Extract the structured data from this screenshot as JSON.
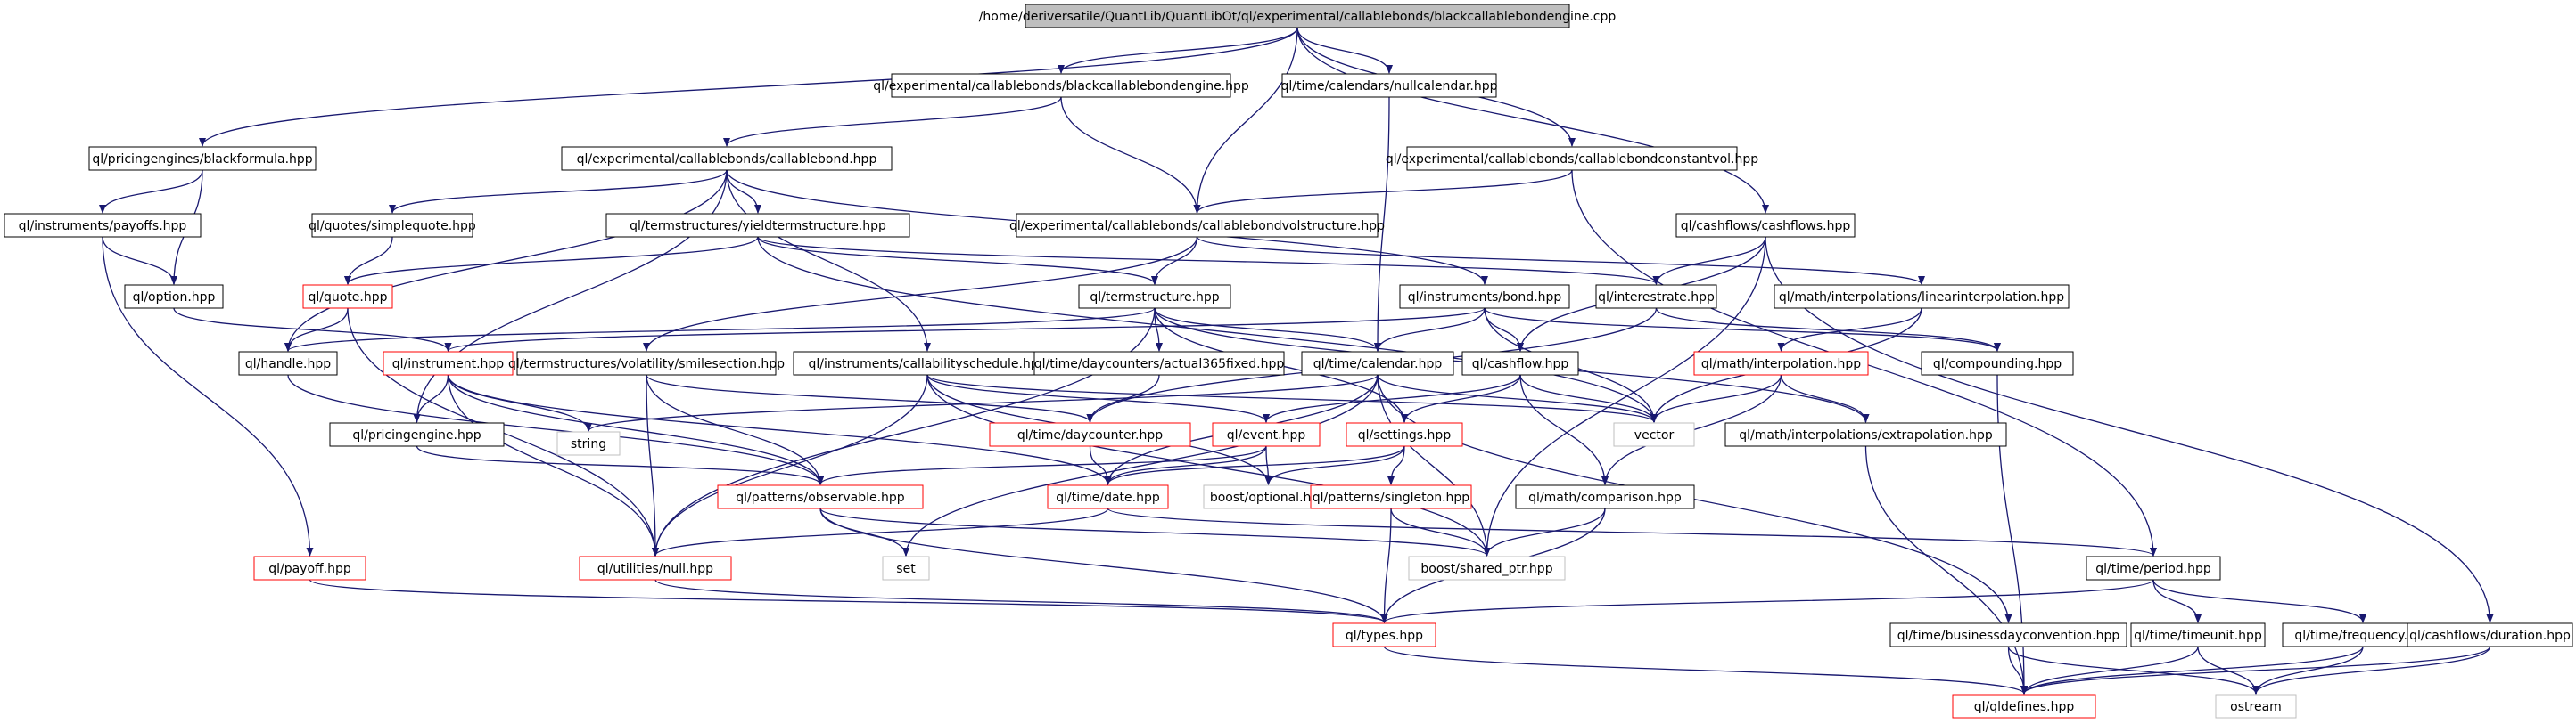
{
  "colors": {
    "background": "#ffffff",
    "root_fill": "#bfbfbf",
    "node_fill": "#ffffff",
    "node_border": "#000000",
    "incomplete_border": "#ff0000",
    "external_border": "#bfbfbf",
    "edge": "#191970"
  },
  "nodes": [
    {
      "id": "root",
      "label": "/home/deriversatile/QuantLib/QuantLibOt/ql/experimental/callablebonds/blackcallablebondengine.cpp",
      "kind": "root"
    },
    {
      "id": "bcbe_hpp",
      "label": "ql/experimental/callablebonds/blackcallablebondengine.hpp",
      "kind": "normal"
    },
    {
      "id": "nullcal",
      "label": "ql/time/calendars/nullcalendar.hpp",
      "kind": "normal"
    },
    {
      "id": "blackformula",
      "label": "ql/pricingengines/blackformula.hpp",
      "kind": "normal"
    },
    {
      "id": "callablebond",
      "label": "ql/experimental/callablebonds/callablebond.hpp",
      "kind": "normal"
    },
    {
      "id": "cbconstvol",
      "label": "ql/experimental/callablebonds/callablebondconstantvol.hpp",
      "kind": "normal"
    },
    {
      "id": "payoffs",
      "label": "ql/instruments/payoffs.hpp",
      "kind": "normal"
    },
    {
      "id": "simplequote",
      "label": "ql/quotes/simplequote.hpp",
      "kind": "normal"
    },
    {
      "id": "yieldts",
      "label": "ql/termstructures/yieldtermstructure.hpp",
      "kind": "normal"
    },
    {
      "id": "cbvolstruct",
      "label": "ql/experimental/callablebonds/callablebondvolstructure.hpp",
      "kind": "normal"
    },
    {
      "id": "cashflows",
      "label": "ql/cashflows/cashflows.hpp",
      "kind": "normal"
    },
    {
      "id": "option",
      "label": "ql/option.hpp",
      "kind": "normal"
    },
    {
      "id": "quote",
      "label": "ql/quote.hpp",
      "kind": "red"
    },
    {
      "id": "termstructure",
      "label": "ql/termstructure.hpp",
      "kind": "normal"
    },
    {
      "id": "bond",
      "label": "ql/instruments/bond.hpp",
      "kind": "normal"
    },
    {
      "id": "interestrate",
      "label": "ql/interestrate.hpp",
      "kind": "normal"
    },
    {
      "id": "linearinterp",
      "label": "ql/math/interpolations/linearinterpolation.hpp",
      "kind": "normal"
    },
    {
      "id": "handle",
      "label": "ql/handle.hpp",
      "kind": "normal"
    },
    {
      "id": "instrument",
      "label": "ql/instrument.hpp",
      "kind": "red"
    },
    {
      "id": "smilesection",
      "label": "ql/termstructures/volatility/smilesection.hpp",
      "kind": "normal"
    },
    {
      "id": "callsched",
      "label": "ql/instruments/callabilityschedule.hpp",
      "kind": "normal"
    },
    {
      "id": "act365",
      "label": "ql/time/daycounters/actual365fixed.hpp",
      "kind": "normal"
    },
    {
      "id": "calendar",
      "label": "ql/time/calendar.hpp",
      "kind": "normal"
    },
    {
      "id": "cashflow",
      "label": "ql/cashflow.hpp",
      "kind": "normal"
    },
    {
      "id": "interpolation",
      "label": "ql/math/interpolation.hpp",
      "kind": "red"
    },
    {
      "id": "compounding",
      "label": "ql/compounding.hpp",
      "kind": "normal"
    },
    {
      "id": "string",
      "label": "string",
      "kind": "external"
    },
    {
      "id": "pricingengine",
      "label": "ql/pricingengine.hpp",
      "kind": "normal"
    },
    {
      "id": "daycounter",
      "label": "ql/time/daycounter.hpp",
      "kind": "red"
    },
    {
      "id": "event",
      "label": "ql/event.hpp",
      "kind": "red"
    },
    {
      "id": "settings",
      "label": "ql/settings.hpp",
      "kind": "red"
    },
    {
      "id": "vector",
      "label": "vector",
      "kind": "external"
    },
    {
      "id": "extrapolation",
      "label": "ql/math/interpolations/extrapolation.hpp",
      "kind": "normal"
    },
    {
      "id": "observable",
      "label": "ql/patterns/observable.hpp",
      "kind": "red"
    },
    {
      "id": "date",
      "label": "ql/time/date.hpp",
      "kind": "red"
    },
    {
      "id": "optional",
      "label": "boost/optional.hpp",
      "kind": "external"
    },
    {
      "id": "singleton",
      "label": "ql/patterns/singleton.hpp",
      "kind": "red"
    },
    {
      "id": "comparison",
      "label": "ql/math/comparison.hpp",
      "kind": "normal"
    },
    {
      "id": "payoff",
      "label": "ql/payoff.hpp",
      "kind": "red"
    },
    {
      "id": "nullhpp",
      "label": "ql/utilities/null.hpp",
      "kind": "red"
    },
    {
      "id": "set",
      "label": "set",
      "kind": "external"
    },
    {
      "id": "sharedptr",
      "label": "boost/shared_ptr.hpp",
      "kind": "external"
    },
    {
      "id": "period",
      "label": "ql/time/period.hpp",
      "kind": "normal"
    },
    {
      "id": "types",
      "label": "ql/types.hpp",
      "kind": "red"
    },
    {
      "id": "bdc",
      "label": "ql/time/businessdayconvention.hpp",
      "kind": "normal"
    },
    {
      "id": "timeunit",
      "label": "ql/time/timeunit.hpp",
      "kind": "normal"
    },
    {
      "id": "frequency",
      "label": "ql/time/frequency.hpp",
      "kind": "normal"
    },
    {
      "id": "duration",
      "label": "ql/cashflows/duration.hpp",
      "kind": "normal"
    },
    {
      "id": "qldefines",
      "label": "ql/qldefines.hpp",
      "kind": "red"
    },
    {
      "id": "ostream",
      "label": "ostream",
      "kind": "external"
    }
  ],
  "edges": [
    [
      "root",
      "bcbe_hpp"
    ],
    [
      "root",
      "nullcal"
    ],
    [
      "root",
      "blackformula"
    ],
    [
      "root",
      "cbvolstruct"
    ],
    [
      "root",
      "cbconstvol"
    ],
    [
      "root",
      "cashflows"
    ],
    [
      "bcbe_hpp",
      "callablebond"
    ],
    [
      "bcbe_hpp",
      "cbvolstruct"
    ],
    [
      "nullcal",
      "calendar"
    ],
    [
      "blackformula",
      "payoffs"
    ],
    [
      "blackformula",
      "option"
    ],
    [
      "callablebond",
      "simplequote"
    ],
    [
      "callablebond",
      "yieldts"
    ],
    [
      "callablebond",
      "bond"
    ],
    [
      "callablebond",
      "callsched"
    ],
    [
      "callablebond",
      "handle"
    ],
    [
      "callablebond",
      "pricingengine"
    ],
    [
      "cbconstvol",
      "cbvolstruct"
    ],
    [
      "cbconstvol",
      "period"
    ],
    [
      "payoffs",
      "option"
    ],
    [
      "payoffs",
      "payoff"
    ],
    [
      "simplequote",
      "quote"
    ],
    [
      "yieldts",
      "quote"
    ],
    [
      "yieldts",
      "termstructure"
    ],
    [
      "yieldts",
      "interestrate"
    ],
    [
      "yieldts",
      "vector"
    ],
    [
      "cbvolstruct",
      "termstructure"
    ],
    [
      "cbvolstruct",
      "smilesection"
    ],
    [
      "cbvolstruct",
      "linearinterp"
    ],
    [
      "cashflows",
      "interestrate"
    ],
    [
      "cashflows",
      "cashflow"
    ],
    [
      "cashflows",
      "duration"
    ],
    [
      "cashflows",
      "sharedptr"
    ],
    [
      "option",
      "instrument"
    ],
    [
      "quote",
      "handle"
    ],
    [
      "quote",
      "nullhpp"
    ],
    [
      "termstructure",
      "handle"
    ],
    [
      "termstructure",
      "calendar"
    ],
    [
      "termstructure",
      "act365"
    ],
    [
      "termstructure",
      "settings"
    ],
    [
      "termstructure",
      "extrapolation"
    ],
    [
      "termstructure",
      "nullhpp"
    ],
    [
      "bond",
      "instrument"
    ],
    [
      "bond",
      "calendar"
    ],
    [
      "bond",
      "cashflow"
    ],
    [
      "bond",
      "vector"
    ],
    [
      "bond",
      "compounding"
    ],
    [
      "interestrate",
      "daycounter"
    ],
    [
      "interestrate",
      "compounding"
    ],
    [
      "linearinterp",
      "interpolation"
    ],
    [
      "linearinterp",
      "vector"
    ],
    [
      "handle",
      "observable"
    ],
    [
      "instrument",
      "pricingengine"
    ],
    [
      "instrument",
      "string"
    ],
    [
      "instrument",
      "date"
    ],
    [
      "instrument",
      "nullhpp"
    ],
    [
      "instrument",
      "observable"
    ],
    [
      "smilesection",
      "observable"
    ],
    [
      "smilesection",
      "daycounter"
    ],
    [
      "smilesection",
      "nullhpp"
    ],
    [
      "callsched",
      "event"
    ],
    [
      "callsched",
      "optional"
    ],
    [
      "callsched",
      "vector"
    ],
    [
      "callsched",
      "sharedptr"
    ],
    [
      "callsched",
      "nullhpp"
    ],
    [
      "act365",
      "daycounter"
    ],
    [
      "calendar",
      "date"
    ],
    [
      "calendar",
      "bdc"
    ],
    [
      "calendar",
      "vector"
    ],
    [
      "calendar",
      "set"
    ],
    [
      "calendar",
      "string"
    ],
    [
      "calendar",
      "sharedptr"
    ],
    [
      "cashflow",
      "event"
    ],
    [
      "cashflow",
      "settings"
    ],
    [
      "cashflow",
      "comparison"
    ],
    [
      "cashflow",
      "vector"
    ],
    [
      "interpolation",
      "extrapolation"
    ],
    [
      "interpolation",
      "comparison"
    ],
    [
      "interpolation",
      "vector"
    ],
    [
      "compounding",
      "qldefines"
    ],
    [
      "pricingengine",
      "observable"
    ],
    [
      "daycounter",
      "date"
    ],
    [
      "event",
      "observable"
    ],
    [
      "event",
      "date"
    ],
    [
      "event",
      "optional"
    ],
    [
      "settings",
      "date"
    ],
    [
      "settings",
      "singleton"
    ],
    [
      "settings",
      "optional"
    ],
    [
      "extrapolation",
      "qldefines"
    ],
    [
      "observable",
      "set"
    ],
    [
      "observable",
      "sharedptr"
    ],
    [
      "observable",
      "types"
    ],
    [
      "date",
      "period"
    ],
    [
      "date",
      "nullhpp"
    ],
    [
      "singleton",
      "sharedptr"
    ],
    [
      "singleton",
      "types"
    ],
    [
      "comparison",
      "sharedptr"
    ],
    [
      "comparison",
      "types"
    ],
    [
      "payoff",
      "types"
    ],
    [
      "nullhpp",
      "types"
    ],
    [
      "period",
      "types"
    ],
    [
      "period",
      "timeunit"
    ],
    [
      "period",
      "frequency"
    ],
    [
      "types",
      "qldefines"
    ],
    [
      "bdc",
      "qldefines"
    ],
    [
      "bdc",
      "ostream"
    ],
    [
      "timeunit",
      "qldefines"
    ],
    [
      "timeunit",
      "ostream"
    ],
    [
      "frequency",
      "qldefines"
    ],
    [
      "frequency",
      "ostream"
    ],
    [
      "duration",
      "qldefines"
    ],
    [
      "duration",
      "ostream"
    ]
  ]
}
